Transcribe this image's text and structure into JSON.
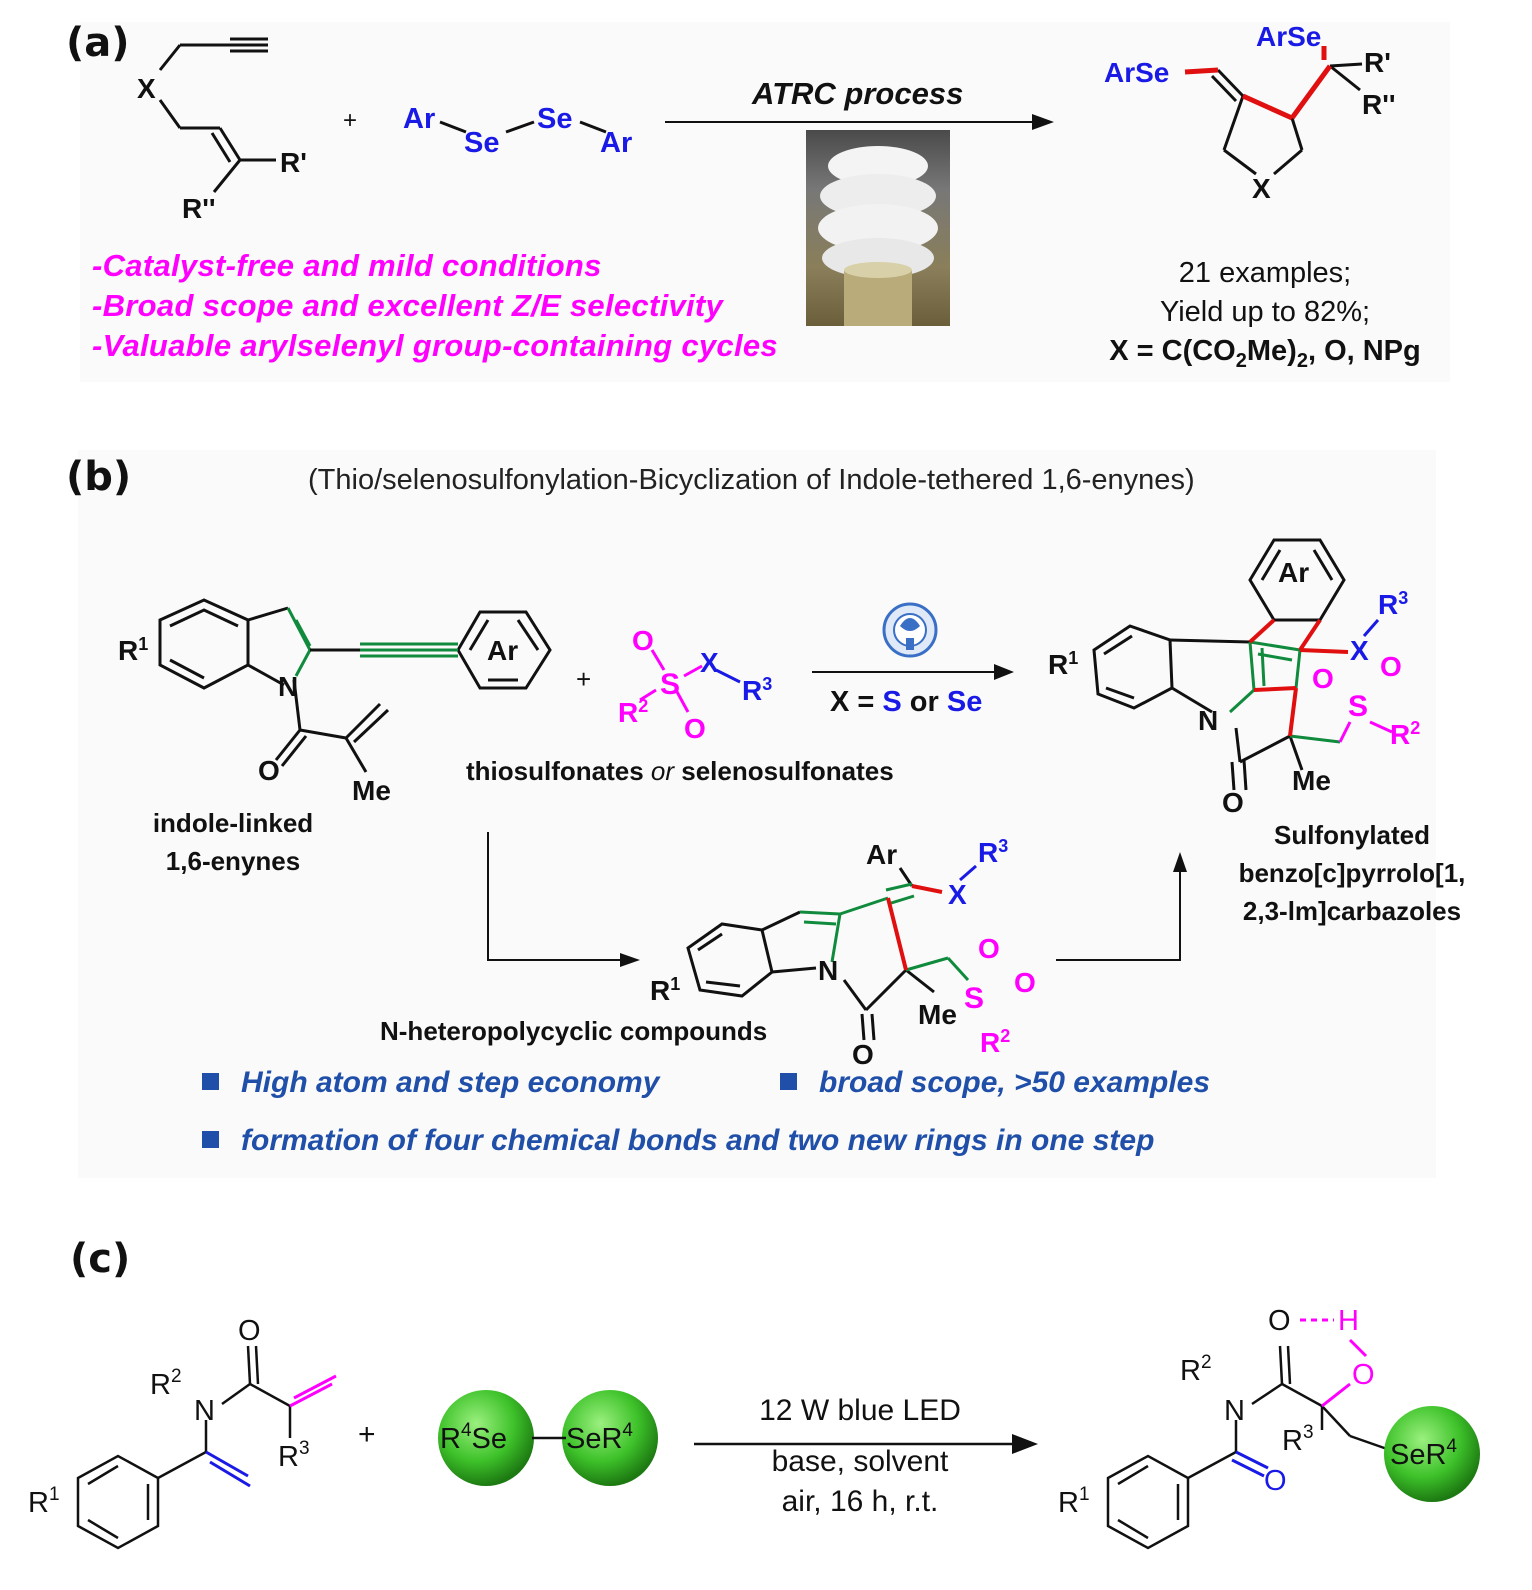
{
  "panel_a": {
    "label": "(a)",
    "arrow_text": "ATRC process",
    "plus": "+",
    "reactant1": {
      "X": "X",
      "R1": "R'",
      "R2": "R''"
    },
    "reagent": {
      "ar1": "Ar",
      "se1": "Se",
      "se2": "Se",
      "ar2": "Ar"
    },
    "product": {
      "arse_top": "ArSe",
      "arse_left": "ArSe",
      "r1": "R'",
      "r2": "R''",
      "x": "X"
    },
    "features": [
      "-Catalyst-free and mild conditions",
      "-Broad scope and excellent Z/E selectivity",
      "-Valuable arylselenyl group-containing cycles"
    ],
    "results": {
      "line1": "21 examples;",
      "line2": "Yield up to 82%;",
      "line3_a": "X = C(CO",
      "line3_sub1": "2",
      "line3_b": "Me)",
      "line3_sub2": "2",
      "line3_c": ", O, NPg"
    }
  },
  "panel_b": {
    "label": "(b)",
    "title": "(Thio/selenosulfonylation-Bicyclization of Indole-tethered 1,6-enynes)",
    "plus": "+",
    "reactant": {
      "r1": "R",
      "r1_sup": "1",
      "n": "N",
      "ar": "Ar",
      "o": "O",
      "me": "Me"
    },
    "reactant_name_1": "indole-linked",
    "reactant_name_2": "1,6-enynes",
    "reagent": {
      "o1": "O",
      "s": "S",
      "o2": "O",
      "x": "X",
      "r2": "R",
      "r2_sup": "2",
      "r3": "R",
      "r3_sup": "3"
    },
    "reagent_name_a": "thiosulfonates ",
    "reagent_name_or": "or",
    "reagent_name_b": " selenosulfonates",
    "condition_a": "X = ",
    "condition_s": "S",
    "condition_or": " or ",
    "condition_se": "Se",
    "product": {
      "ar": "Ar",
      "r1": "R",
      "r1_sup": "1",
      "n": "N",
      "o": "O",
      "me": "Me",
      "x": "X",
      "r3": "R",
      "r3_sup": "3",
      "s": "S",
      "o1": "O",
      "o2": "O",
      "r2": "R",
      "r2_sup": "2"
    },
    "product_name": [
      "Sulfonylated",
      "benzo[c]pyrrolo[1,",
      "2,3-lm]carbazoles"
    ],
    "intermediate": {
      "ar": "Ar",
      "r3": "R",
      "r3_sup": "3",
      "x": "X",
      "r1": "R",
      "r1_sup": "1",
      "n": "N",
      "o": "O",
      "me": "Me",
      "s": "S",
      "o1": "O",
      "o2": "O",
      "r2": "R",
      "r2_sup": "2"
    },
    "intermediate_name": "N-heteropolycyclic compounds",
    "bullets": [
      "High atom and step economy",
      "broad scope, >50 examples",
      "formation of  four chemical bonds and two new rings in one step"
    ]
  },
  "panel_c": {
    "label": "(c)",
    "plus": "+",
    "reactant": {
      "r1": "R",
      "r1_sup": "1",
      "r2": "R",
      "r2_sup": "2",
      "n": "N",
      "o": "O",
      "r3": "R",
      "r3_sup": "3"
    },
    "reagent_left": {
      "a": "R",
      "sup": "4",
      "b": "Se"
    },
    "reagent_right": {
      "a": "SeR",
      "sup": "4"
    },
    "conditions": [
      "12 W blue LED",
      "base, solvent",
      "air, 16 h, r.t."
    ],
    "product": {
      "o_top": "O",
      "h": "H",
      "o_h": "O",
      "r2": "R",
      "r2_sup": "2",
      "n": "N",
      "r3": "R",
      "r3_sup": "3",
      "o_bz": "O",
      "r1": "R",
      "r1_sup": "1",
      "ser_a": "SeR",
      "ser_sup": "4"
    }
  }
}
